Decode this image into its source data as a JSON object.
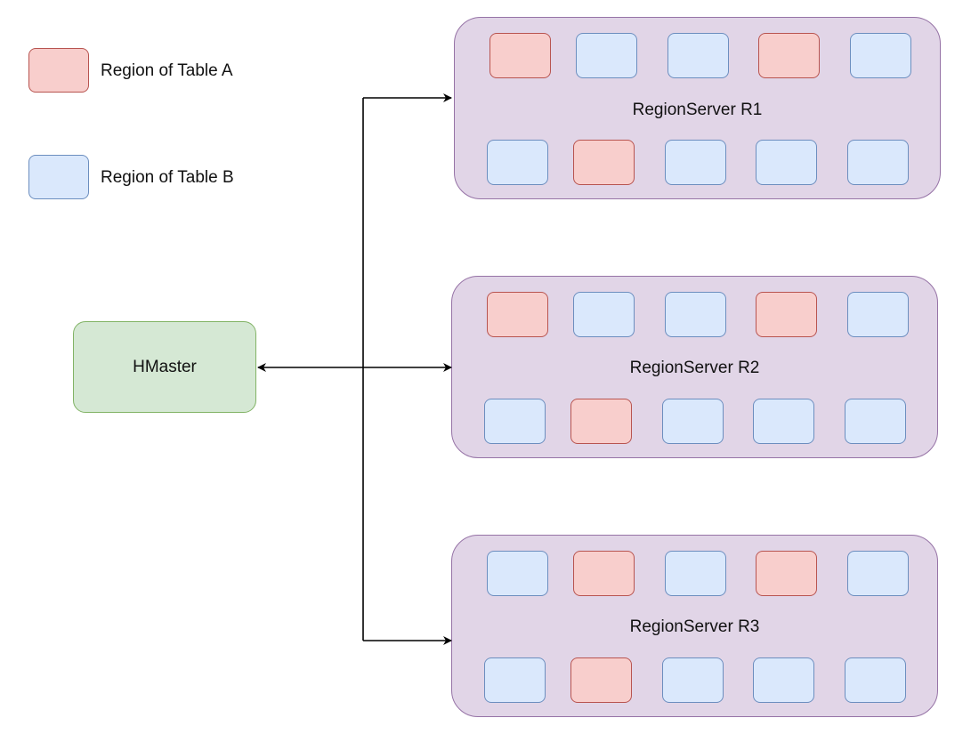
{
  "legend": {
    "table_a": {
      "label": "Region of Table A",
      "fill": "#f8cecc",
      "stroke": "#b85450"
    },
    "table_b": {
      "label": "Region of Table B",
      "fill": "#dae8fc",
      "stroke": "#6c8ebf"
    }
  },
  "master": {
    "label": "HMaster",
    "fill": "#d5e8d4",
    "stroke": "#82b366"
  },
  "region_server_style": {
    "fill": "#e1d5e7",
    "stroke": "#9673a6"
  },
  "region_servers": [
    {
      "label": "RegionServer R1",
      "top_row": [
        "A",
        "B",
        "B",
        "A",
        "B"
      ],
      "bottom_row": [
        "B",
        "A",
        "B",
        "B",
        "B"
      ]
    },
    {
      "label": "RegionServer R2",
      "top_row": [
        "A",
        "B",
        "B",
        "A",
        "B"
      ],
      "bottom_row": [
        "B",
        "A",
        "B",
        "B",
        "B"
      ]
    },
    {
      "label": "RegionServer R3",
      "top_row": [
        "B",
        "A",
        "B",
        "A",
        "B"
      ],
      "bottom_row": [
        "B",
        "A",
        "B",
        "B",
        "B"
      ]
    }
  ]
}
